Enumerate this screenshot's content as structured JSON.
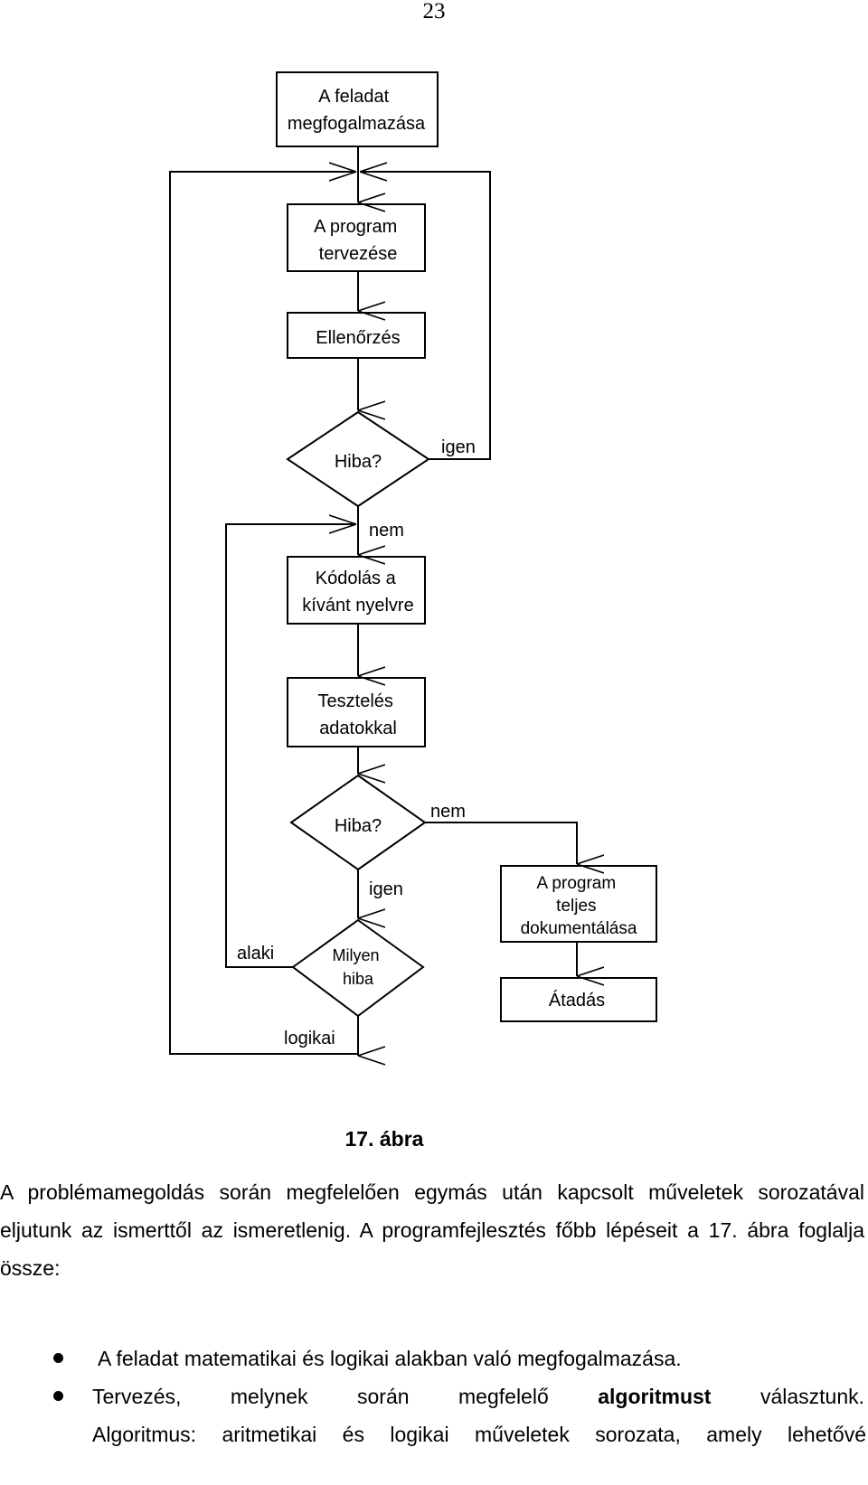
{
  "page_number": "23",
  "flowchart": {
    "nodes": {
      "feladat": [
        "A feladat",
        "megfogalmazása"
      ],
      "tervezes": [
        "A program",
        "tervezése"
      ],
      "ellenorzes": [
        "Ellenőrzés"
      ],
      "hiba1": [
        "Hiba?"
      ],
      "kodolas": [
        "Kódolás a",
        "kívánt nyelvre"
      ],
      "teszteles": [
        "Tesztelés",
        "adatokkal"
      ],
      "hiba2": [
        "Hiba?"
      ],
      "milyen": [
        "Milyen",
        "hiba"
      ],
      "dokumentalas": [
        "A program",
        "teljes",
        "dokumentálása"
      ],
      "atadas": [
        "Átadás"
      ]
    },
    "edge_labels": {
      "igen1": "igen",
      "nem1": "nem",
      "nem2": "nem",
      "igen2": "igen",
      "alaki": "alaki",
      "logikai": "logikai"
    }
  },
  "caption": "17. ábra",
  "paragraph": "A problémamegoldás során megfelelően egymás után kapcsolt műveletek sorozatával eljutunk az ismerttől az ismeretlenig. A programfejlesztés főbb lépéseit a 17. ábra foglalja össze:",
  "bullets": {
    "item1": "A feladat matematikai és logikai alakban való megfogalmazása.",
    "item2_before": "Tervezés, melynek során megfelelő ",
    "item2_bold": "algoritmust",
    "item2_after": " választunk.",
    "item3": "Algoritmus: aritmetikai és logikai műveletek sorozata, amely lehetővé"
  }
}
